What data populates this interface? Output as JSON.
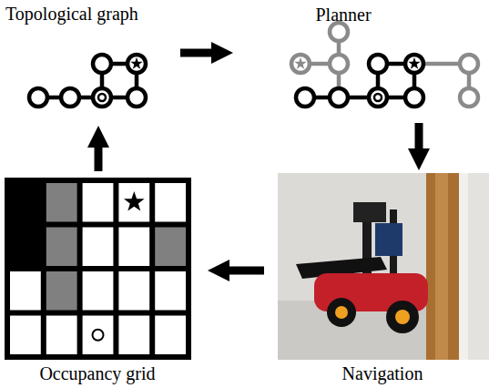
{
  "diagram": {
    "nodes": [
      {
        "text": [
          "Topological graph"
        ]
      },
      {
        "text": [
          "Planner"
        ]
      },
      {
        "text": [
          "Navigation"
        ]
      },
      {
        "text": [
          "Occupancy grid"
        ]
      }
    ],
    "edges": [
      {
        "from": 0,
        "to": 1,
        "arrow": "to"
      },
      {
        "from": 1,
        "to": 2,
        "arrow": "to"
      },
      {
        "from": 2,
        "to": 3,
        "arrow": "to"
      },
      {
        "from": 3,
        "to": 0,
        "arrow": "to"
      }
    ]
  }
}
